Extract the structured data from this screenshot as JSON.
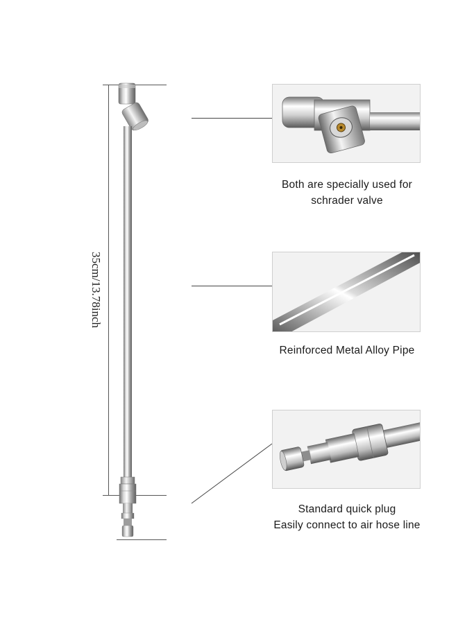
{
  "product": {
    "length_label": "35cm/13.78inch"
  },
  "features": [
    {
      "caption_lines": [
        "Both are specially used for",
        "schrader valve"
      ],
      "image": "chuck-valve-closeup"
    },
    {
      "caption_lines": [
        "Reinforced Metal Alloy Pipe"
      ],
      "image": "metal-pipe-closeup"
    },
    {
      "caption_lines": [
        "Standard quick plug",
        "Easily connect to air hose line"
      ],
      "image": "quick-plug-closeup"
    }
  ],
  "colors": {
    "background": "#ffffff",
    "panel_bg": "#f2f2f2",
    "chrome_light": "#f4f4f4",
    "chrome_dark": "#7d7d7d"
  }
}
